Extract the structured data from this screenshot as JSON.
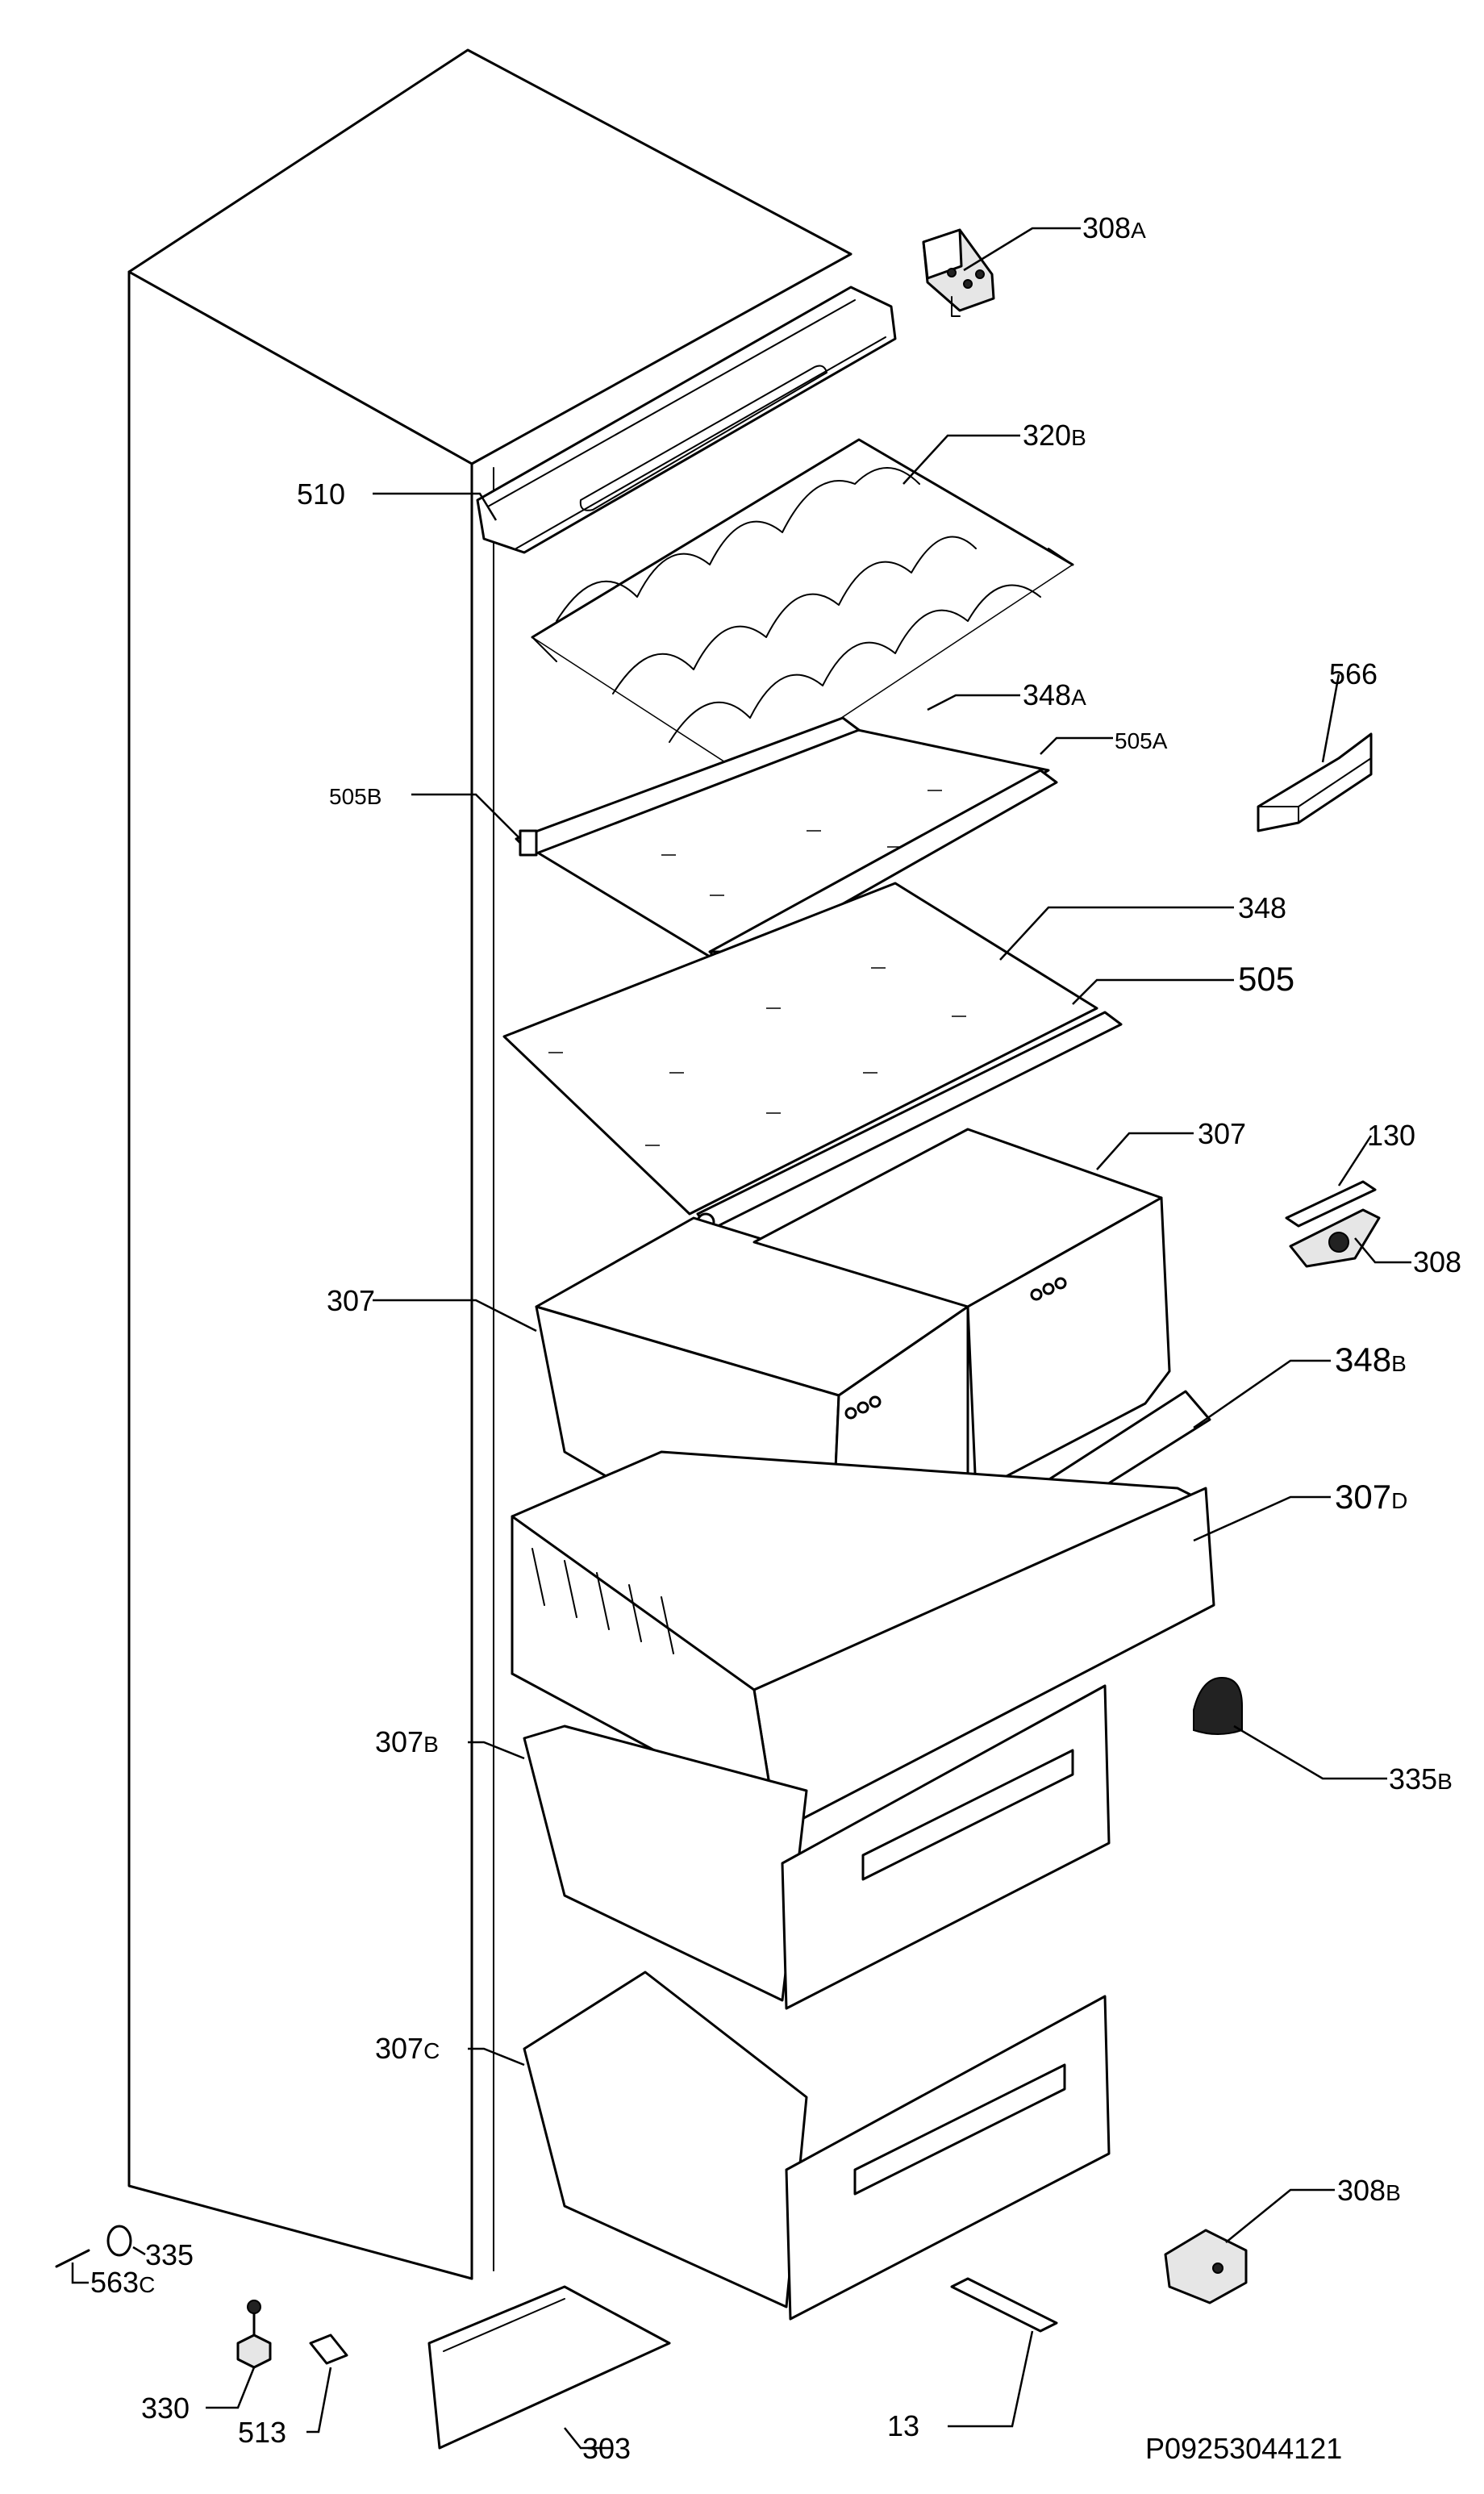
{
  "diagram": {
    "reference_code": "P09253044121",
    "callouts": [
      {
        "id": "308a",
        "number": "308",
        "suffix": "A"
      },
      {
        "id": "320b",
        "number": "320",
        "suffix": "B"
      },
      {
        "id": "510",
        "number": "510",
        "suffix": ""
      },
      {
        "id": "348a",
        "number": "348",
        "suffix": "A"
      },
      {
        "id": "505a",
        "number": "505",
        "suffix": "A"
      },
      {
        "id": "505b",
        "number": "505",
        "suffix": "B"
      },
      {
        "id": "566",
        "number": "566",
        "suffix": ""
      },
      {
        "id": "348",
        "number": "348",
        "suffix": ""
      },
      {
        "id": "505",
        "number": "505",
        "suffix": ""
      },
      {
        "id": "307-right",
        "number": "307",
        "suffix": ""
      },
      {
        "id": "130",
        "number": "130",
        "suffix": ""
      },
      {
        "id": "308",
        "number": "308",
        "suffix": ""
      },
      {
        "id": "307-left",
        "number": "307",
        "suffix": ""
      },
      {
        "id": "348b",
        "number": "348",
        "suffix": "B"
      },
      {
        "id": "307d",
        "number": "307",
        "suffix": "D"
      },
      {
        "id": "307b",
        "number": "307",
        "suffix": "B"
      },
      {
        "id": "335b",
        "number": "335",
        "suffix": "B"
      },
      {
        "id": "307c",
        "number": "307",
        "suffix": "C"
      },
      {
        "id": "308b",
        "number": "308",
        "suffix": "B"
      },
      {
        "id": "335",
        "number": "335",
        "suffix": ""
      },
      {
        "id": "563c",
        "number": "563",
        "suffix": "C"
      },
      {
        "id": "330",
        "number": "330",
        "suffix": ""
      },
      {
        "id": "513",
        "number": "513",
        "suffix": ""
      },
      {
        "id": "13",
        "number": "13",
        "suffix": ""
      },
      {
        "id": "303",
        "number": "303",
        "suffix": ""
      }
    ]
  }
}
